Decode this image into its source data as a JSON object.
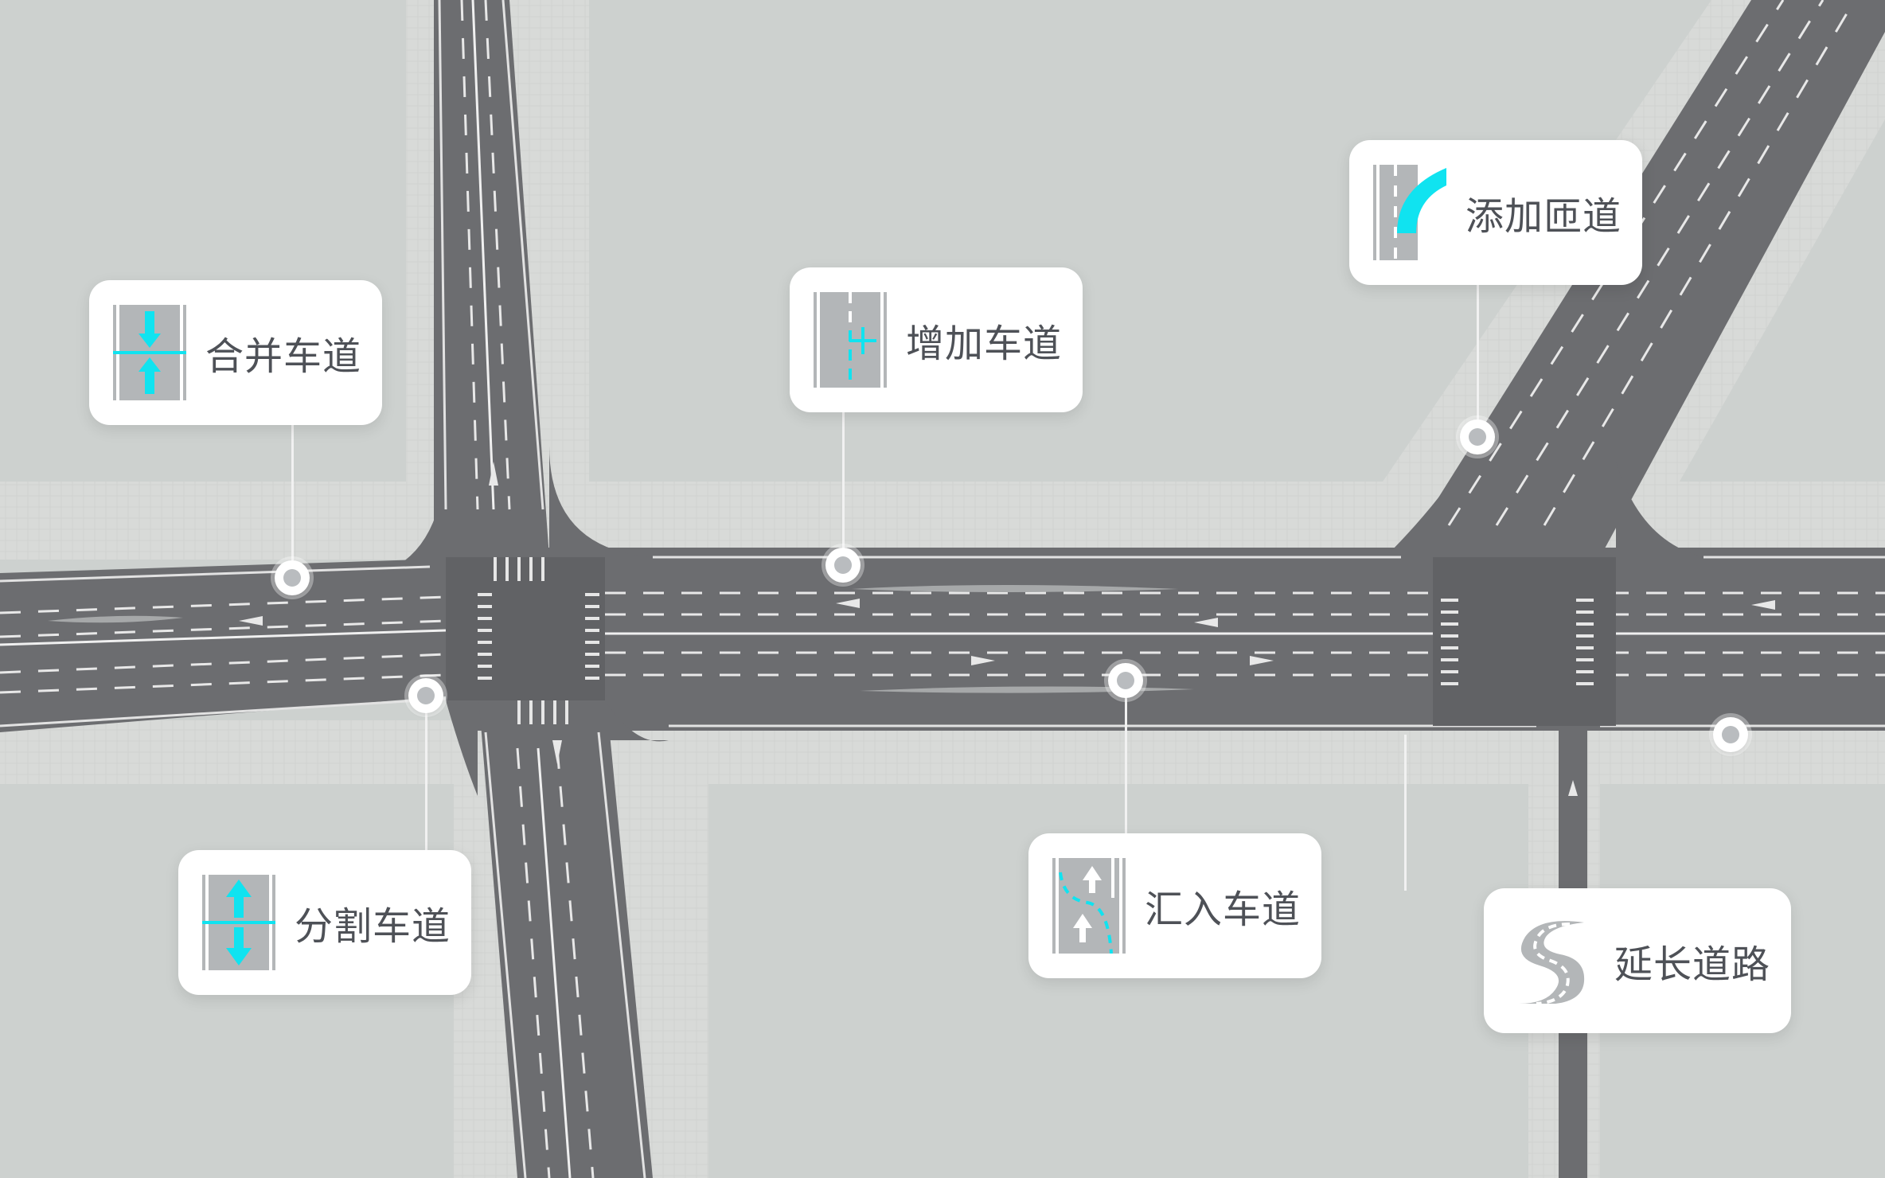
{
  "colors": {
    "ground": "#cdd1cf",
    "sidewalk": "#d9dbd9",
    "road": "#6c6d70",
    "marking": "#e8e8e8",
    "accent": "#10e3f0",
    "card": "#ffffff",
    "text": "#4e5157"
  },
  "features": [
    {
      "id": "merge_lane",
      "label": "合并车道",
      "icon": "merge-lane-icon"
    },
    {
      "id": "add_lane",
      "label": "增加车道",
      "icon": "add-lane-icon"
    },
    {
      "id": "add_ramp",
      "label": "添加匝道",
      "icon": "add-ramp-icon"
    },
    {
      "id": "split_lane",
      "label": "分割车道",
      "icon": "split-lane-icon"
    },
    {
      "id": "join_lane",
      "label": "汇入车道",
      "icon": "join-lane-icon"
    },
    {
      "id": "extend_road",
      "label": "延长道路",
      "icon": "extend-road-icon"
    }
  ]
}
